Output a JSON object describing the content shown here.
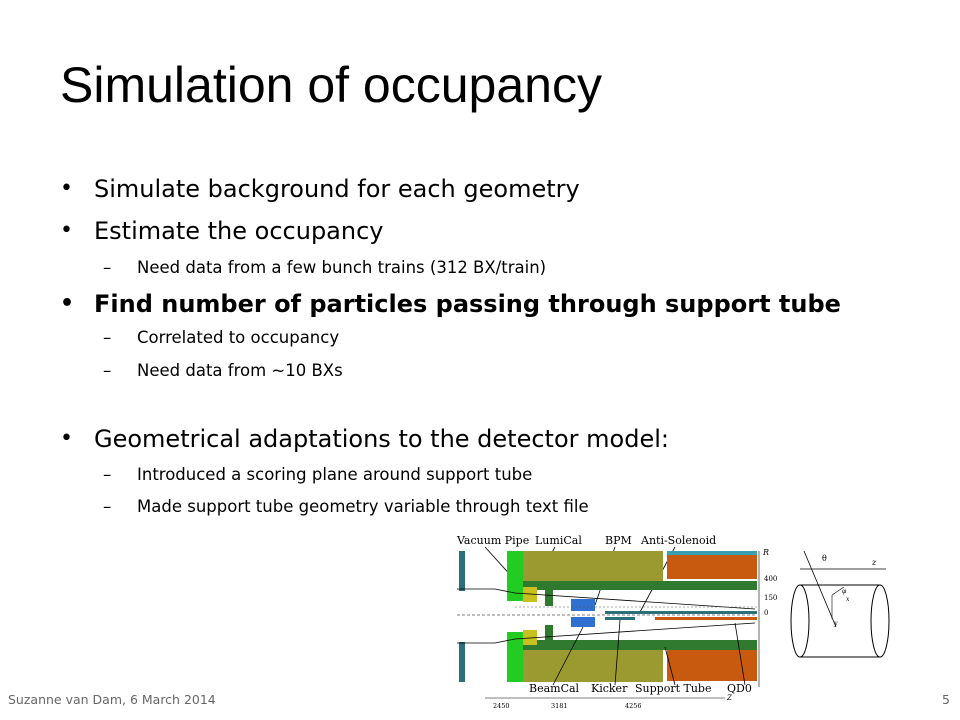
{
  "slide": {
    "title": "Simulation of occupancy",
    "bullets": [
      {
        "text": "Simulate background for each geometry"
      },
      {
        "text": "Estimate the occupancy",
        "sub": [
          "Need data from a few bunch trains (312 BX/train)"
        ]
      },
      {
        "text": "Find number of particles passing through support tube",
        "sub": [
          "Correlated to occupancy",
          "Need data from ~10 BXs"
        ]
      },
      {
        "text": "Geometrical adaptations to the detector model:",
        "sub": [
          "Introduced a scoring plane around support tube",
          "Made support tube geometry variable through text file"
        ]
      }
    ],
    "sub_marker": "–"
  },
  "figure": {
    "labels": {
      "vacuum_pipe": "Vacuum Pipe",
      "lumical": "LumiCal",
      "bpm": "BPM",
      "anti_solenoid": "Anti-Solenoid",
      "beamcal": "BeamCal",
      "kicker": "Kicker",
      "support_tube": "Support Tube",
      "qd0": "QD0",
      "r_axis": "R",
      "z_axis": "Z",
      "r400": "400",
      "r150": "150",
      "r0": "0",
      "z2450": "2450",
      "z3181": "3181",
      "z4256": "4256"
    },
    "inset_labels": {
      "theta": "θ",
      "z": "z",
      "phi": "φ",
      "x": "x",
      "y": "y"
    },
    "colors": {
      "olive": "#9a9a30",
      "dark_green": "#2f7a2f",
      "bright_green": "#22cc22",
      "orange": "#c85a10",
      "teal": "#2a6f7a",
      "blue": "#3070d0",
      "yellow_olive": "#c8c020"
    }
  },
  "footer": {
    "author_date": "Suzanne van Dam, 6 March 2014",
    "page_number": "5"
  }
}
